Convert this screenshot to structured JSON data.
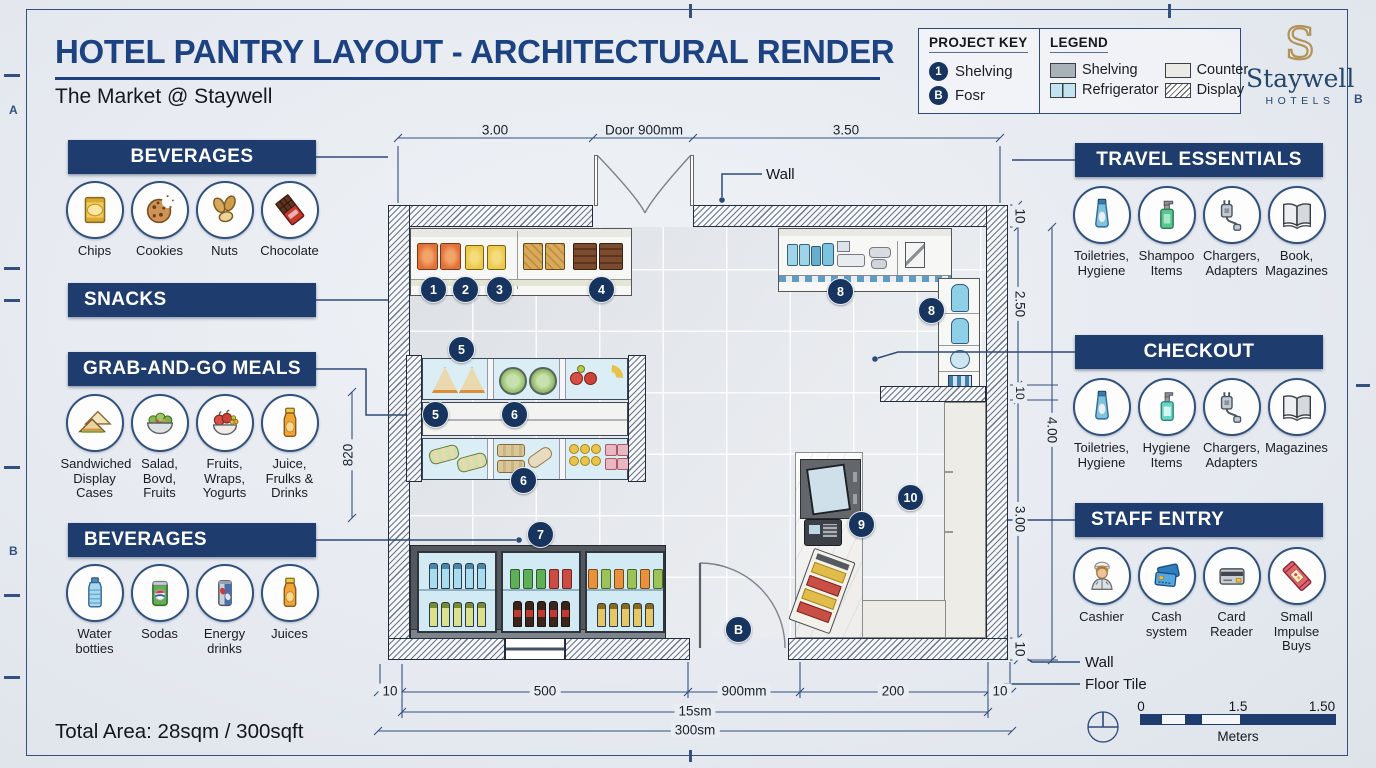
{
  "header": {
    "title": "HOTEL PANTRY LAYOUT - ARCHITECTURAL RENDER",
    "subtitle": "The Market @ Staywell"
  },
  "project_key": {
    "title": "PROJECT KEY",
    "items": [
      {
        "badge": "1",
        "label": "Shelving"
      },
      {
        "badge": "B",
        "label": "Fosr"
      }
    ]
  },
  "legend": {
    "title": "LEGEND",
    "items": [
      {
        "label": "Shelving"
      },
      {
        "label": "Counter"
      },
      {
        "label": "Refrigerator"
      },
      {
        "label": "Display"
      }
    ]
  },
  "logo": {
    "monogram": "S",
    "name": "Staywell",
    "subtitle": "HOTELS"
  },
  "left_sections": [
    {
      "title": "BEVERAGES",
      "items": [
        {
          "label": "Chips"
        },
        {
          "label": "Cookies"
        },
        {
          "label": "Nuts"
        },
        {
          "label": "Chocolate"
        }
      ]
    },
    {
      "title": "SNACKS",
      "items": []
    },
    {
      "title": "GRAB-AND-GO MEALS",
      "items": [
        {
          "label": "Sandwiched Display Cases"
        },
        {
          "label": "Salad, Bovd, Fruits"
        },
        {
          "label": "Fruits, Wraps, Yogurts"
        },
        {
          "label": "Juice, Frulks & Drinks"
        }
      ]
    },
    {
      "title": "BEVERAGES",
      "items": [
        {
          "label": "Water botties"
        },
        {
          "label": "Sodas"
        },
        {
          "label": "Energy drinks"
        },
        {
          "label": "Juices"
        }
      ]
    }
  ],
  "right_sections": [
    {
      "title": "TRAVEL ESSENTIALS",
      "items": [
        {
          "label": "Toiletries, Hygiene"
        },
        {
          "label": "Shampoo Items"
        },
        {
          "label": "Chargers, Adapters"
        },
        {
          "label": "Book, Magazines"
        }
      ]
    },
    {
      "title": "CHECKOUT",
      "items": [
        {
          "label": "Toiletries, Hygiene"
        },
        {
          "label": "Hygiene Items"
        },
        {
          "label": "Chargers, Adapters"
        },
        {
          "label": "Magazines"
        }
      ]
    },
    {
      "title": "STAFF ENTRY",
      "items": [
        {
          "label": "Cashier"
        },
        {
          "label": "Cash system"
        },
        {
          "label": "Card Reader"
        },
        {
          "label": "Small Impulse Buys"
        }
      ]
    }
  ],
  "plan": {
    "dims_top": [
      "3.00",
      "Door 900mm",
      "3.50"
    ],
    "dims_right": [
      "10",
      "2.50",
      "10",
      "3.00",
      "10",
      "4.00"
    ],
    "dim_left": "820",
    "dims_bottom": [
      "10",
      "500",
      "900mm",
      "200",
      "10"
    ],
    "dim_bottom_mid": "15sm",
    "dim_bottom_total": "300sm",
    "labels": {
      "wall_top": "Wall",
      "wall_bottom": "Wall",
      "floor_tile": "Floor Tile"
    },
    "markers": [
      "1",
      "2",
      "3",
      "4",
      "5",
      "5",
      "6",
      "6",
      "7",
      "8",
      "8",
      "9",
      "10",
      "B"
    ]
  },
  "footer": {
    "total_area": "Total Area: 28sqm / 300sqft"
  },
  "scale_bar": {
    "zero": "0",
    "mid": "1.5",
    "end": "1.50",
    "unit": "Meters"
  },
  "sheet": {
    "frame_letters": {
      "left_top": "A",
      "left_bottom": "B",
      "right_top": "B"
    }
  }
}
